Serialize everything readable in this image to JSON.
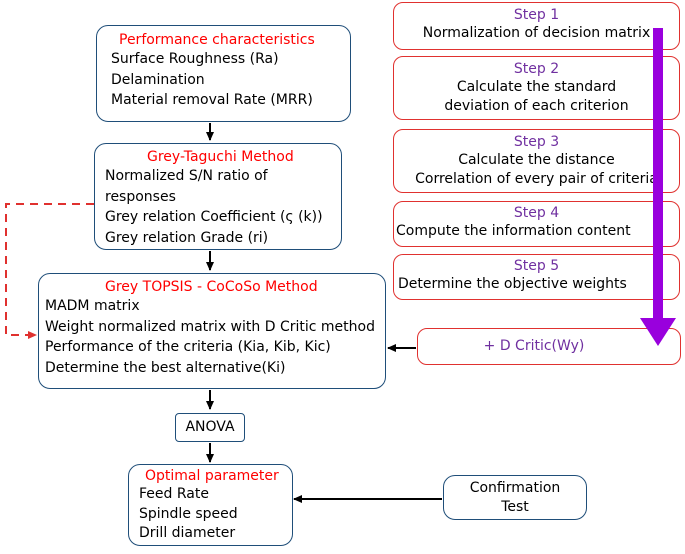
{
  "performance": {
    "title": "Performance characteristics",
    "items": [
      "Surface Roughness (Ra)",
      "Delamination",
      "Material removal Rate (MRR)"
    ]
  },
  "grey_taguchi": {
    "title": "Grey-Taguchi Method",
    "items": [
      "Normalized S/N ratio of",
      "responses",
      "Grey relation Coefficient (ς (k))",
      "Grey relation Grade (ri)"
    ]
  },
  "grey_topsis": {
    "title": "Grey TOPSIS - CoCoSo Method",
    "items": [
      "MADM matrix",
      "Weight normalized matrix with D Critic method",
      "Performance of the criteria (Kia, Kib, Kic)",
      "Determine the best alternative(Ki)"
    ]
  },
  "anova": {
    "label": "ANOVA"
  },
  "optimal": {
    "title": "Optimal parameter",
    "items": [
      "Feed Rate",
      "Spindle speed",
      "Drill diameter"
    ]
  },
  "confirmation": {
    "lines": [
      "Confirmation",
      "Test"
    ]
  },
  "steps": [
    {
      "title": "Step 1",
      "lines": [
        "Normalization of decision matrix"
      ]
    },
    {
      "title": "Step 2",
      "lines": [
        "Calculate the standard",
        "deviation of each criterion"
      ]
    },
    {
      "title": "Step 3",
      "lines": [
        "Calculate the distance",
        "Correlation of every pair of criteria"
      ]
    },
    {
      "title": "Step 4",
      "lines": [
        "Compute the information content"
      ]
    },
    {
      "title": "Step 5",
      "lines": [
        "Determine the objective weights"
      ]
    }
  ],
  "dcritic": {
    "label": "+ D Critic(Wy)"
  },
  "colors": {
    "accent_red": "#ff0000",
    "step_purple": "#7030a0",
    "big_arrow": "#9900dd",
    "box_border": "#1f4e79"
  }
}
